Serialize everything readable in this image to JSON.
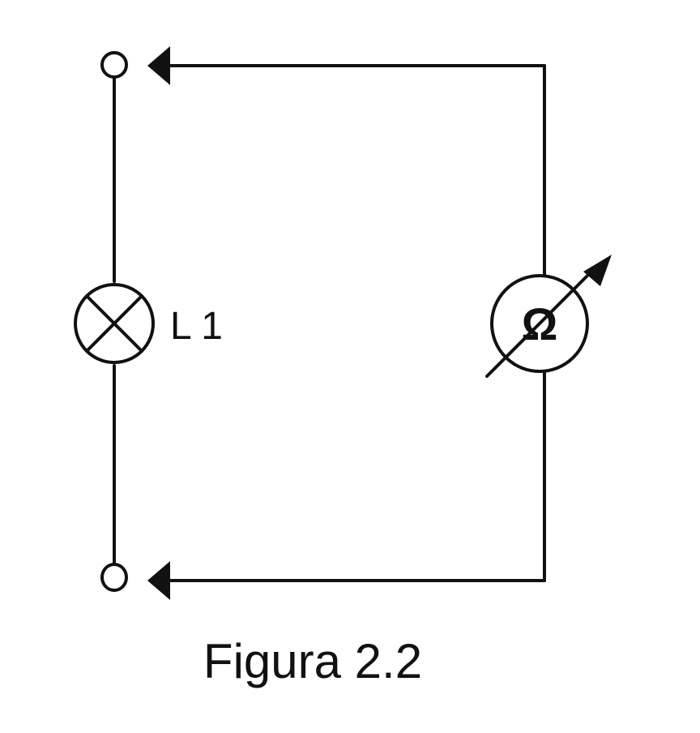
{
  "diagram": {
    "lamp_label": "L 1",
    "ohmmeter_symbol": "Ω",
    "caption": "Figura 2.2",
    "icons": {
      "lamp": "lamp-icon",
      "ohmmeter": "ohmmeter-icon",
      "terminal": "terminal-icon",
      "arrow": "arrow-left-icon"
    },
    "colors": {
      "ink": "#111111",
      "background": "#ffffff"
    }
  }
}
